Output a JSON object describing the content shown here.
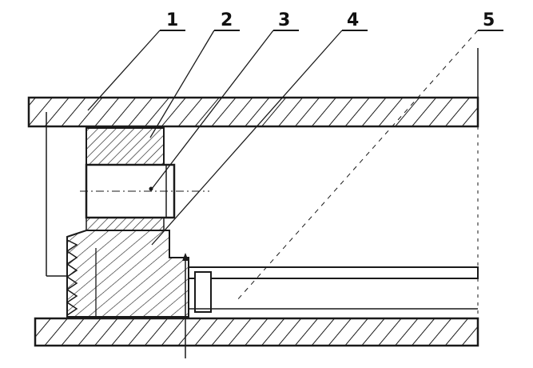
{
  "diagram": {
    "callouts": [
      {
        "label": "1"
      },
      {
        "label": "2"
      },
      {
        "label": "3"
      },
      {
        "label": "4"
      },
      {
        "label": "5"
      }
    ]
  },
  "colors": {
    "ink": "#1a1a1a",
    "paper": "#ffffff"
  }
}
